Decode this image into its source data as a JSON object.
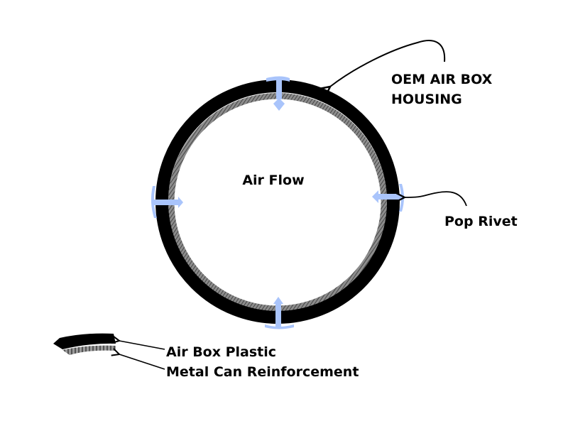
{
  "diagram": {
    "center_label": "Air Flow",
    "housing_label_line1": "OEM AIR BOX",
    "housing_label_line2": "HOUSING",
    "rivet_label": "Pop Rivet",
    "legend": {
      "items": [
        {
          "label": "Air Box Plastic",
          "part": "plastic"
        },
        {
          "label": "Metal Can Reinforcement",
          "part": "metal"
        }
      ]
    },
    "rivets": [
      {
        "position": "top"
      },
      {
        "position": "right"
      },
      {
        "position": "bottom"
      },
      {
        "position": "left"
      }
    ],
    "colors": {
      "plastic": "#000000",
      "metal": "#8c8c8c",
      "metal_hatch": "#222222",
      "rivet": "#a9c4fb",
      "arrow": "#000000"
    }
  }
}
